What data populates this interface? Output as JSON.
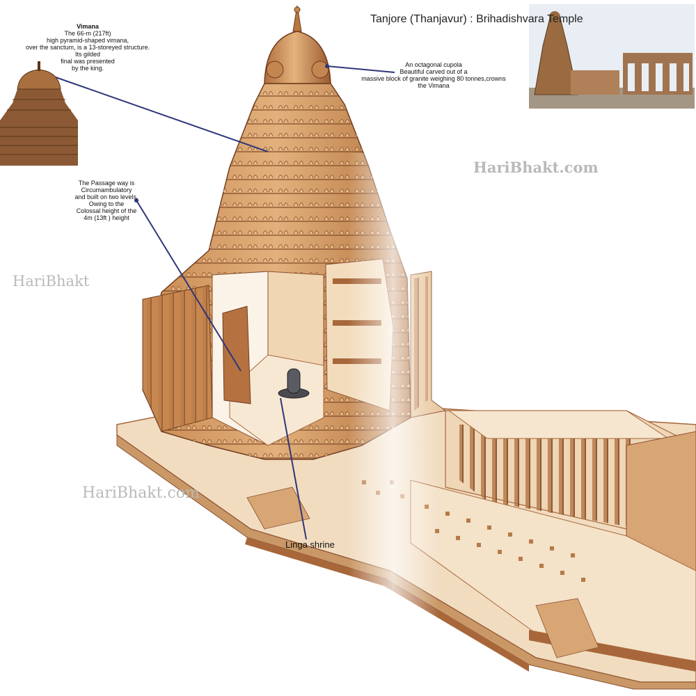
{
  "title": "Tanjore (Thanjavur) : Brihadishvara Temple",
  "watermarks": [
    "HariBhakt.com",
    "HariBhakt",
    "HariBhakt.com"
  ],
  "annotations": {
    "vimana": {
      "heading": "Vimana",
      "lines": [
        "The 66-m (217ft)",
        "high pyramid-shaped vimana,",
        "over the sanctum, is a 13-storeyed structure.",
        "Its gilded",
        "final was presented",
        "by the king."
      ]
    },
    "cupola": {
      "lines": [
        "An octagonal cupola",
        "Beautiful carved out of a",
        "massive block of granite weighing 80 tonnes,crowns",
        "the Vimana"
      ]
    },
    "passage": {
      "lines": [
        "The Passage way is",
        "Circumambulatory",
        "and built on two levels.",
        "Owing to the",
        "Colossal height of the",
        "4m (13ft ) height"
      ]
    },
    "linga": {
      "label": "Linga shrine"
    }
  },
  "colors": {
    "stone_light": "#f3ddc2",
    "stone_mid": "#d9a874",
    "stone_dark": "#a8673a",
    "stone_shadow": "#7a4424",
    "leader_line": "#2e3678",
    "watermark": "#b9b9b9"
  }
}
